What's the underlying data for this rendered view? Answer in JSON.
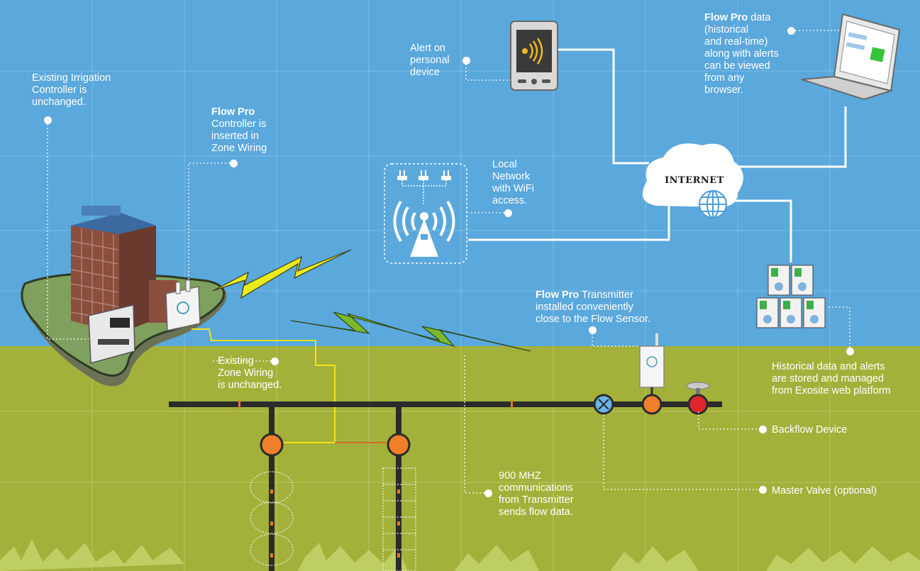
{
  "colors": {
    "sky": "#5aa8dc",
    "ground": "#a3b13a",
    "pipe": "#2b2b2b",
    "valve_orange": "#f07f2a",
    "valve_red": "#e0262a",
    "valve_blue": "#6ab4e6",
    "zone_wire": "#f5e21a",
    "bolt_yellow": "#e9ea1f",
    "bolt_green": "#7ab82c"
  },
  "internet_label": "INTERNET",
  "labels": {
    "irrigation_controller": "Existing Irrigation\nController is\nunchanged.",
    "flowpro_controller_bold": "Flow Pro",
    "flowpro_controller_rest": "\nController is\ninserted in\nZone Wiring",
    "alert_device": "Alert on\npersonal\ndevice",
    "flowpro_data_bold": "Flow Pro",
    "flowpro_data_rest": " data\n(historical\nand real-time)\nalong with alerts\ncan be viewed\nfrom any\nbrowser.",
    "local_network": "Local\nNetwork\nwith WiFi\naccess.",
    "transmitter_bold": "Flow Pro",
    "transmitter_rest": " Transmitter\ninstalled conveniently\nclose to the Flow Sensor.",
    "zone_wiring": "Existing\nZone Wiring\nis unchanged.",
    "historical_data": "Historical data and alerts\nare stored and managed\nfrom Exosite web platform",
    "backflow": "Backflow Device",
    "master_valve": "Master Valve (optional)",
    "mhz": "900 MHZ\ncommunications\nfrom Transmitter\nsends flow data."
  },
  "icons": {
    "building": "office-building-icon",
    "controller": "irrigation-controller-icon",
    "flowpro": "flowpro-controller-icon",
    "phone": "personal-device-icon",
    "laptop": "laptop-icon",
    "cloud": "internet-cloud-icon",
    "globe": "globe-icon",
    "tower": "wifi-tower-icon",
    "servers": "server-stack-icon",
    "transmitter": "flowpro-transmitter-icon"
  }
}
